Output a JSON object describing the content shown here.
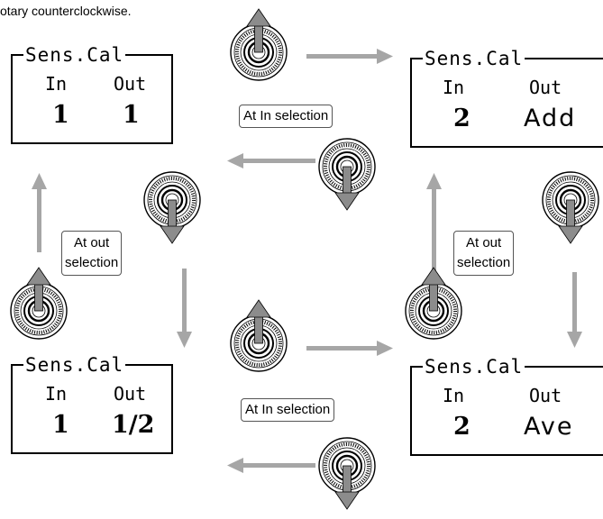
{
  "caption": "otary counterclockwise.",
  "panels": [
    {
      "title": "Sens.Cal",
      "in_label": "In",
      "out_label": "Out",
      "in_value": "1",
      "out_value": "1"
    },
    {
      "title": "Sens.Cal",
      "in_label": "In",
      "out_label": "Out",
      "in_value": "2",
      "out_value": "Add"
    },
    {
      "title": "Sens.Cal",
      "in_label": "In",
      "out_label": "Out",
      "in_value": "1",
      "out_value": "1∕2"
    },
    {
      "title": "Sens.Cal",
      "in_label": "In",
      "out_label": "Out",
      "in_value": "2",
      "out_value": "Ave"
    }
  ],
  "labels": {
    "top_in": "At In selection",
    "bottom_in": "At In selection",
    "left_out_line1": "At out",
    "left_out_line2": "selection",
    "right_out_line1": "At out",
    "right_out_line2": "selection"
  },
  "icons": {
    "knob": "rotary-knob-icon",
    "arrow_up": "arrow-up",
    "arrow_down": "arrow-down"
  },
  "colors": {
    "arrow": "#a6a6a6",
    "knob_stroke": "#000000",
    "knob_fill": "#ffffff"
  }
}
